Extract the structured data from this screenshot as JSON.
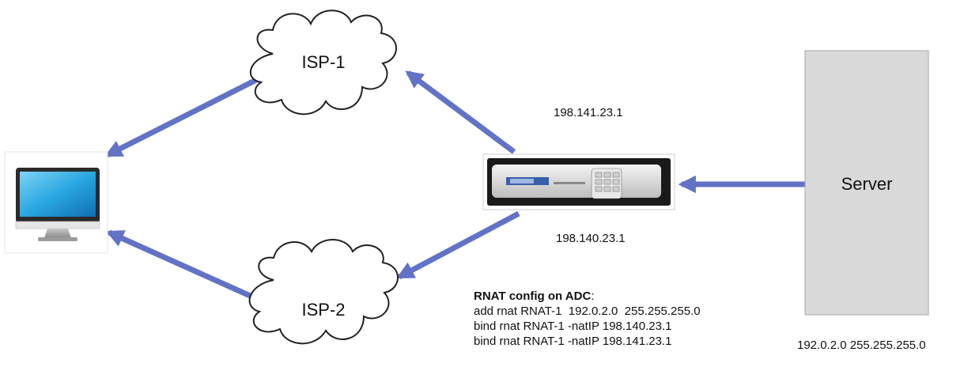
{
  "nodes": {
    "isp1_label": "ISP-1",
    "isp2_label": "ISP-2",
    "server_label": "Server",
    "client_icon": "monitor-icon",
    "adc_icon": "network-appliance-icon"
  },
  "addresses": {
    "top_ip": "198.141.23.1",
    "bottom_ip": "198.140.23.1",
    "server_subnet": "192.0.2.0 255.255.255.0"
  },
  "rnat": {
    "title": "RNAT config on ADC",
    "title_suffix": ":",
    "lines": [
      "add rnat RNAT-1  192.0.2.0  255.255.255.0",
      "bind rnat RNAT-1 -natIP 198.140.23.1",
      "bind rnat RNAT-1 -natIP 198.141.23.1"
    ]
  },
  "colors": {
    "arrow": "#6272c6",
    "server_fill": "#d9d9d9",
    "server_border": "#a6a6a6",
    "cloud_stroke": "#222222",
    "appliance_body": "#1a1a1a",
    "screen_blue": "#29a7e1"
  }
}
